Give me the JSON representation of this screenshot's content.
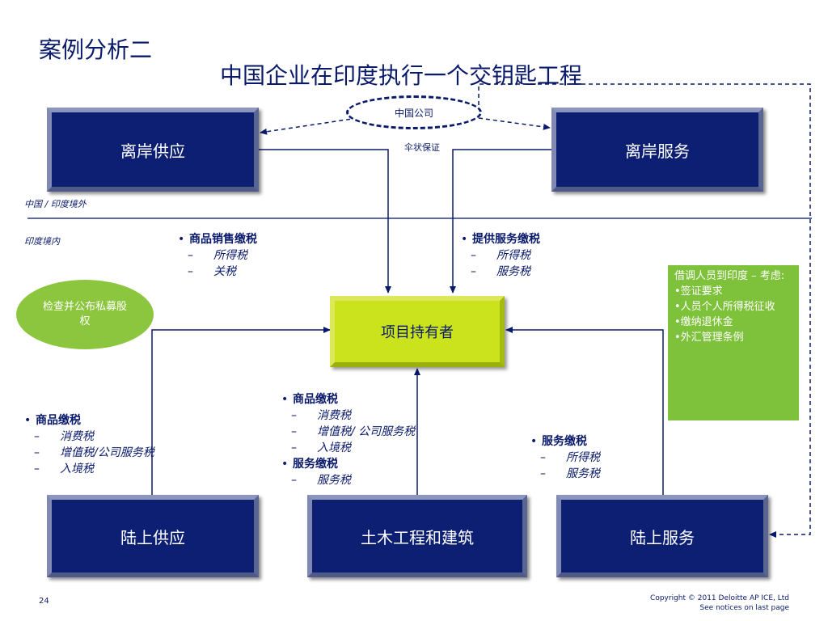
{
  "page": {
    "title": "案例分析二",
    "subtitle": "中国企业在印度执行一个交钥匙工程"
  },
  "nodes": {
    "offshore_supply": "离岸供应",
    "offshore_service": "离岸服务",
    "project_owner": "项目持有者",
    "onshore_supply": "陆上供应",
    "civil_construction": "土木工程和建筑",
    "onshore_service": "陆上服务",
    "chinese_company": "中国公司"
  },
  "labels": {
    "umbrella_guarantee": "伞状保证",
    "zone_outside": "中国 / 印度境外",
    "zone_inside": "印度境内"
  },
  "check_note": "检查并公布私募股权",
  "secondment": {
    "title": "借调人员到印度 – 考虑:",
    "items": [
      "•签证要求",
      "•人员个人所得税征收",
      "•缴纳退休金",
      "•外汇管理条例"
    ]
  },
  "tax_offshore_supply": {
    "heading": "商品销售缴税",
    "items": [
      "所得税",
      "关税"
    ]
  },
  "tax_offshore_service": {
    "heading": "提供服务缴税",
    "items": [
      "所得税",
      "服务税"
    ]
  },
  "tax_onshore_supply": {
    "heading": "商品缴税",
    "items": [
      "消费税",
      "增值税/公司服务税",
      "入境税"
    ]
  },
  "tax_civil": {
    "goods_heading": "商品缴税",
    "goods_items": [
      "消费税",
      "增值税/ 公司服务税",
      "入境税"
    ],
    "service_heading": "服务缴税",
    "service_items": [
      "服务税"
    ]
  },
  "tax_onshore_service": {
    "heading": "服务缴税",
    "items": [
      "所得税",
      "服务税"
    ]
  },
  "footer": {
    "page_number": "24",
    "copyright": "Copyright © 2011 Deloitte AP ICE, Ltd",
    "notice": "See notices on last page"
  },
  "colors": {
    "navy": "#0c1f73",
    "text": "#0a1a6b",
    "lime": "#cbe31d",
    "green": "#7ec13a"
  }
}
